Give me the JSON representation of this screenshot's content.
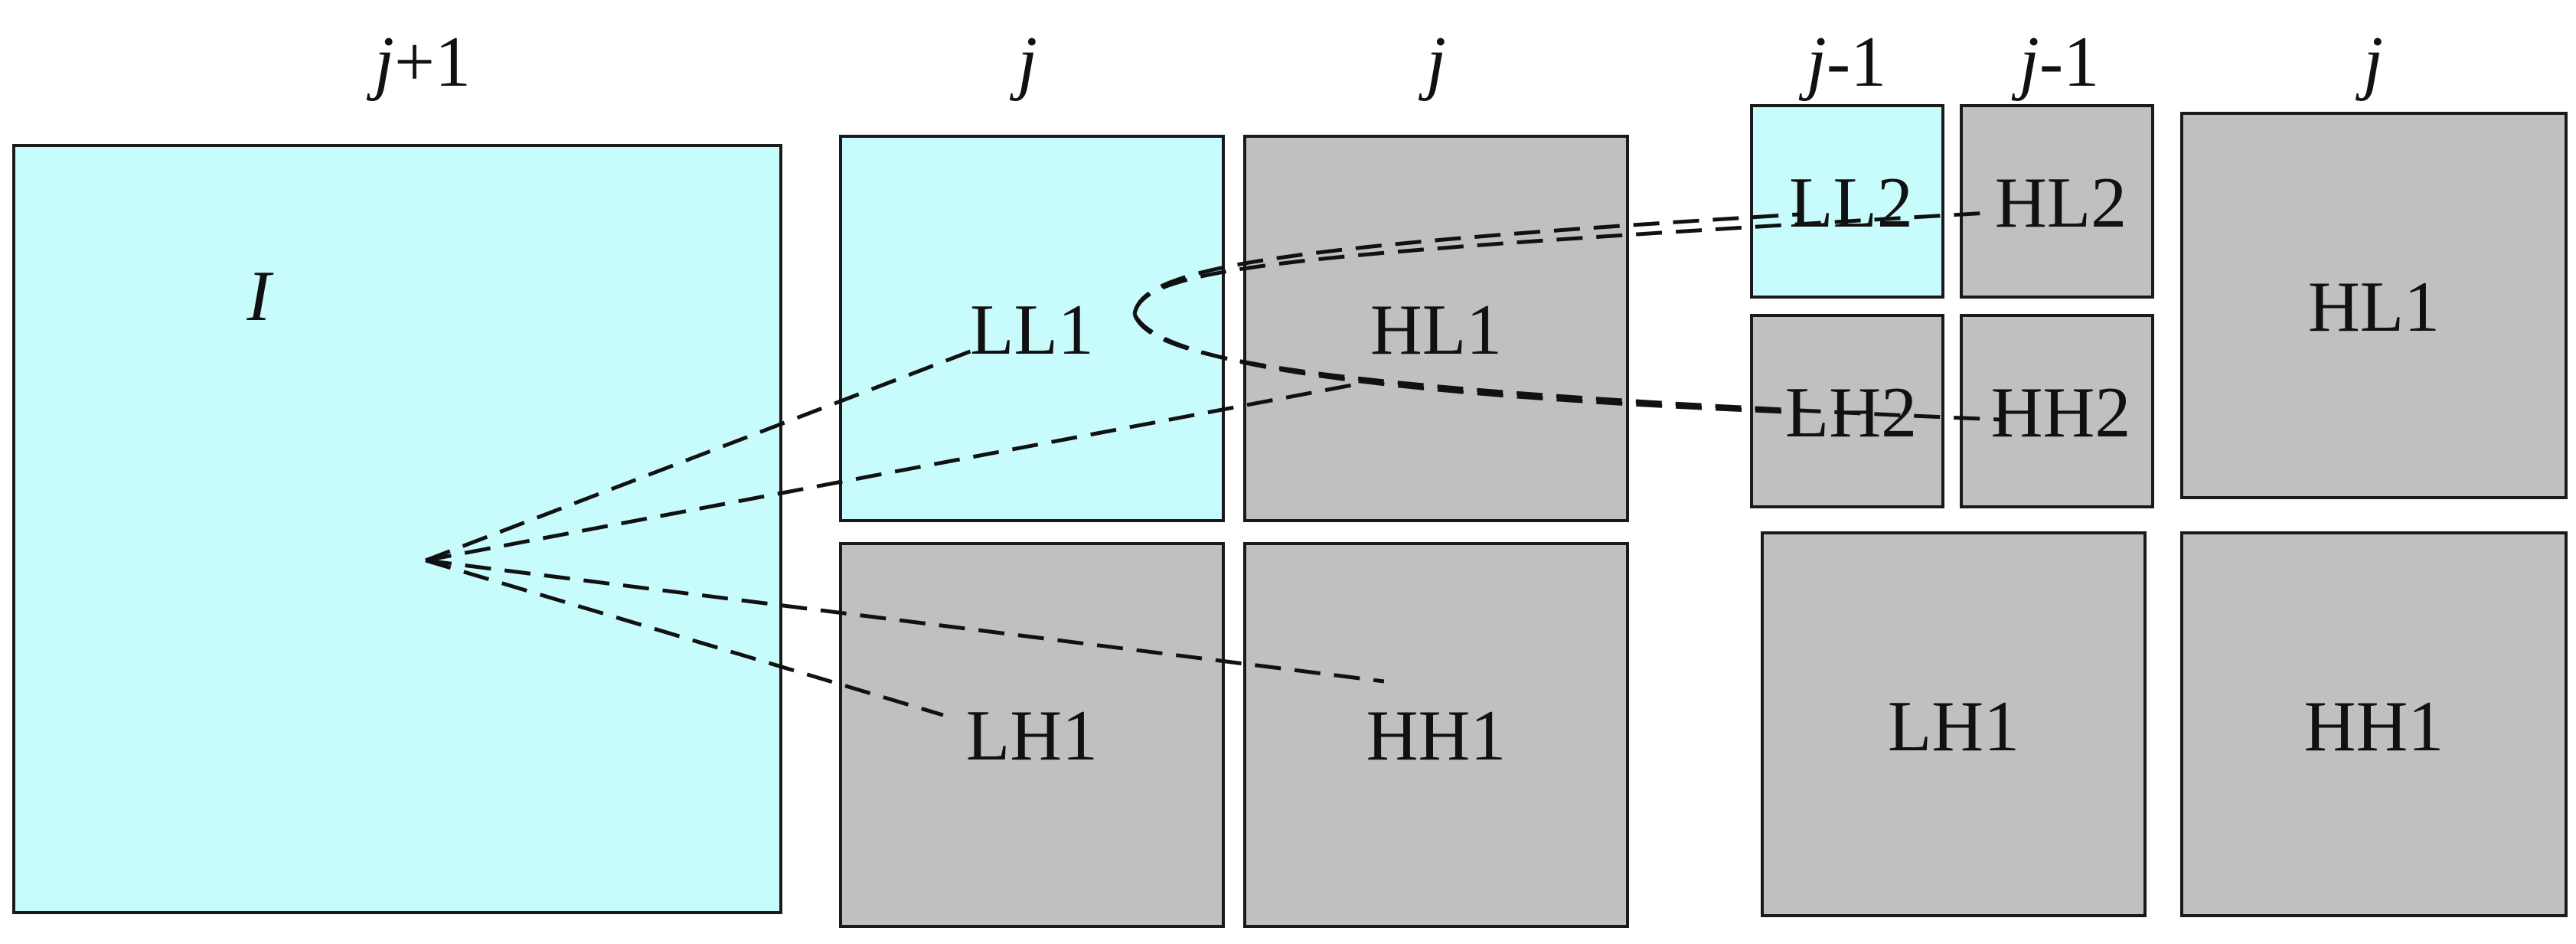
{
  "colors": {
    "low_band": "#c8fcfc",
    "high_band": "#c0c0c0",
    "stroke": "#1a1a1a"
  },
  "levels": {
    "input": {
      "var": "j",
      "suffix": "+1"
    },
    "level1_low": {
      "var": "j",
      "suffix": ""
    },
    "level1_high": {
      "var": "j",
      "suffix": ""
    },
    "level2_low": {
      "var": "j",
      "suffix": "-1"
    },
    "level2_high": {
      "var": "j",
      "suffix": "-1"
    },
    "final": {
      "var": "j",
      "suffix": ""
    }
  },
  "boxes": {
    "input_image": "I",
    "level1": {
      "ll1": "LL1",
      "hl1": "HL1",
      "lh1": "LH1",
      "hh1": "HH1"
    },
    "level2": {
      "ll2": "LL2",
      "hl2": "HL2",
      "lh2": "LH2",
      "hh2": "HH2"
    },
    "final": {
      "hl1": "HL1",
      "lh1": "LH1",
      "hh1": "HH1"
    }
  }
}
